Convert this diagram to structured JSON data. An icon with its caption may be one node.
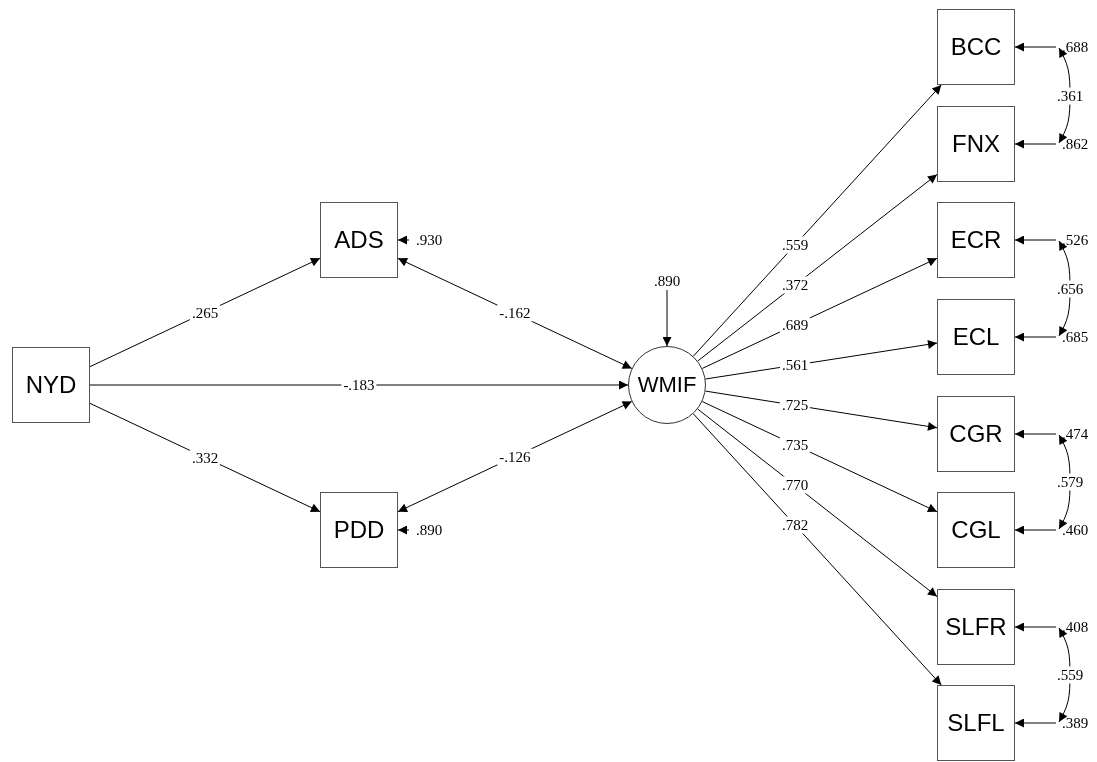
{
  "diagram": {
    "nodes": [
      {
        "text": [
          "NYD"
        ]
      },
      {
        "text": [
          "ADS"
        ]
      },
      {
        "text": [
          "PDD"
        ]
      },
      {
        "text": [
          "WMIF"
        ]
      },
      {
        "text": [
          "BCC"
        ]
      },
      {
        "text": [
          "FNX"
        ]
      },
      {
        "text": [
          "ECR"
        ]
      },
      {
        "text": [
          "ECL"
        ]
      },
      {
        "text": [
          "CGR"
        ]
      },
      {
        "text": [
          "CGL"
        ]
      },
      {
        "text": [
          "SLFR"
        ]
      },
      {
        "text": [
          "SLFL"
        ]
      },
      {
        "text": [
          ".930"
        ]
      },
      {
        "text": [
          ".890"
        ]
      },
      {
        "text": [
          ".890"
        ]
      },
      {
        "text": [
          ".688"
        ]
      },
      {
        "text": [
          ".862"
        ]
      },
      {
        "text": [
          ".526"
        ]
      },
      {
        "text": [
          ".685"
        ]
      },
      {
        "text": [
          ".474"
        ]
      },
      {
        "text": [
          ".460"
        ]
      },
      {
        "text": [
          ".408"
        ]
      },
      {
        "text": [
          ".389"
        ]
      }
    ],
    "edges": [
      {
        "from": 0,
        "to": 1,
        "arrow": "to",
        "label": ".265"
      },
      {
        "from": 0,
        "to": 3,
        "arrow": "to",
        "label": "-.183"
      },
      {
        "from": 0,
        "to": 2,
        "arrow": "to",
        "label": ".332"
      },
      {
        "from": 1,
        "to": 3,
        "arrow": "both",
        "label": "-.162"
      },
      {
        "from": 2,
        "to": 3,
        "arrow": "both",
        "label": "-.126"
      },
      {
        "from": 3,
        "to": 4,
        "arrow": "to",
        "label": ".559"
      },
      {
        "from": 3,
        "to": 5,
        "arrow": "to",
        "label": ".372"
      },
      {
        "from": 3,
        "to": 6,
        "arrow": "to",
        "label": ".689"
      },
      {
        "from": 3,
        "to": 7,
        "arrow": "to",
        "label": ".561"
      },
      {
        "from": 3,
        "to": 8,
        "arrow": "to",
        "label": ".725"
      },
      {
        "from": 3,
        "to": 9,
        "arrow": "to",
        "label": ".735"
      },
      {
        "from": 3,
        "to": 10,
        "arrow": "to",
        "label": ".770"
      },
      {
        "from": 3,
        "to": 11,
        "arrow": "to",
        "label": ".782"
      },
      {
        "from": 12,
        "to": 1,
        "arrow": "to"
      },
      {
        "from": 13,
        "to": 2,
        "arrow": "to"
      },
      {
        "from": 14,
        "to": 3,
        "arrow": "to"
      },
      {
        "from": 15,
        "to": 4,
        "arrow": "to"
      },
      {
        "from": 16,
        "to": 5,
        "arrow": "to"
      },
      {
        "from": 17,
        "to": 6,
        "arrow": "to"
      },
      {
        "from": 18,
        "to": 7,
        "arrow": "to"
      },
      {
        "from": 19,
        "to": 8,
        "arrow": "to"
      },
      {
        "from": 20,
        "to": 9,
        "arrow": "to"
      },
      {
        "from": 21,
        "to": 10,
        "arrow": "to"
      },
      {
        "from": 22,
        "to": 11,
        "arrow": "to"
      },
      {
        "from": 15,
        "to": 16,
        "arrow": "both",
        "label": ".361"
      },
      {
        "from": 17,
        "to": 18,
        "arrow": "both",
        "label": ".656"
      },
      {
        "from": 19,
        "to": 20,
        "arrow": "both",
        "label": ".579"
      },
      {
        "from": 21,
        "to": 22,
        "arrow": "both",
        "label": ".559"
      }
    ]
  }
}
